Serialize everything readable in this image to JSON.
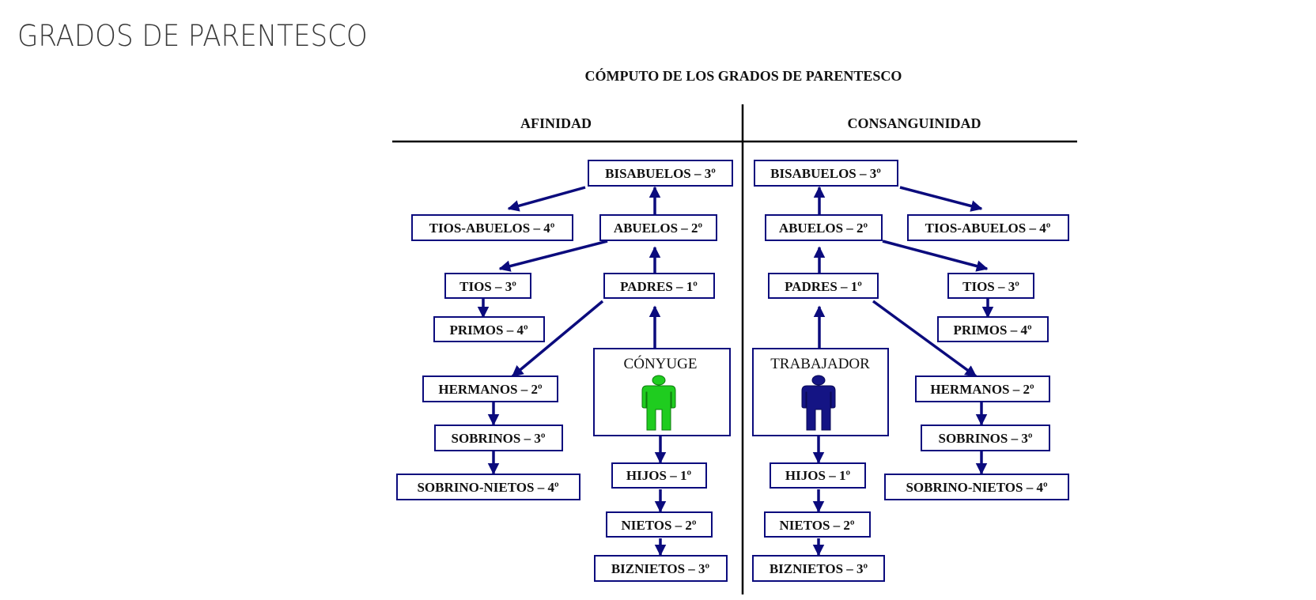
{
  "slide_title": "GRADOS DE PARENTESCO",
  "diagram": {
    "title": "CÓMPUTO DE LOS GRADOS DE PARENTESCO",
    "headers": {
      "left": "AFINIDAD",
      "right": "CONSANGUINIDAD"
    },
    "colors": {
      "line": "#000000",
      "box": "#0b0b7d",
      "arrow": "#0b0b7d",
      "spouse_icon": "#1fcc1f",
      "worker_icon": "#141484"
    },
    "affinity": {
      "bisabuelos": "BISABUELOS – 3º",
      "tios_abuelos": "TIOS-ABUELOS – 4º",
      "abuelos": "ABUELOS – 2º",
      "tios": "TIOS – 3º",
      "padres": "PADRES – 1º",
      "primos": "PRIMOS – 4º",
      "hermanos": "HERMANOS – 2º",
      "sobrinos": "SOBRINOS – 3º",
      "sobrino_nietos": "SOBRINO-NIETOS – 4º",
      "center": "CÓNYUGE",
      "center_icon": "person-icon",
      "hijos": "HIJOS – 1º",
      "nietos": "NIETOS – 2º",
      "biznietos": "BIZNIETOS – 3º"
    },
    "consanguinity": {
      "bisabuelos": "BISABUELOS – 3º",
      "tios_abuelos": "TIOS-ABUELOS – 4º",
      "abuelos": "ABUELOS – 2º",
      "tios": "TIOS – 3º",
      "padres": "PADRES – 1º",
      "primos": "PRIMOS – 4º",
      "hermanos": "HERMANOS – 2º",
      "sobrinos": "SOBRINOS – 3º",
      "sobrino_nietos": "SOBRINO-NIETOS – 4º",
      "center": "TRABAJADOR",
      "center_icon": "person-icon",
      "hijos": "HIJOS – 1º",
      "nietos": "NIETOS – 2º",
      "biznietos": "BIZNIETOS – 3º"
    }
  }
}
